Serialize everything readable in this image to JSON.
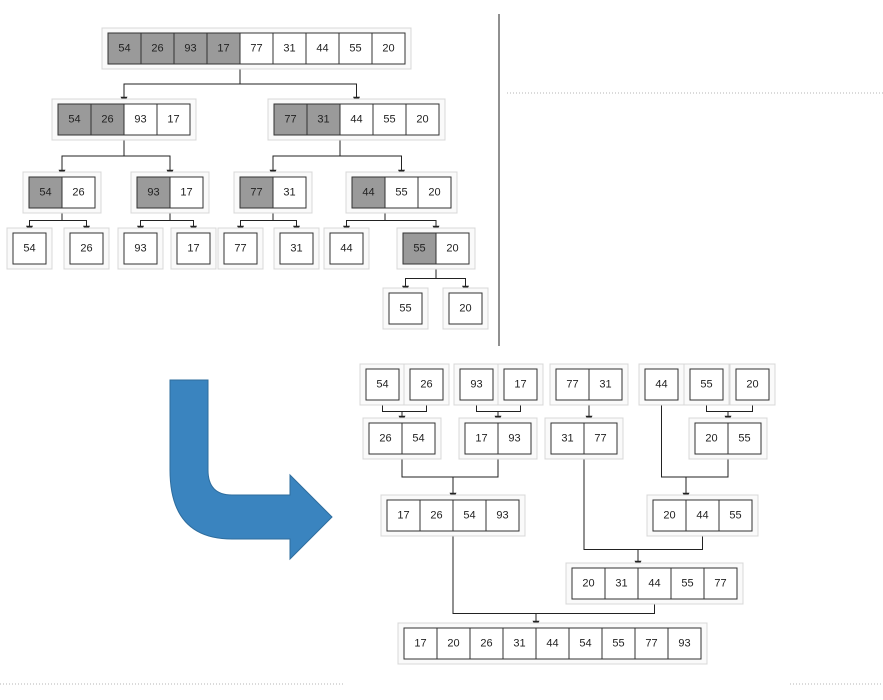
{
  "colors": {
    "arrow_fill": "#3a84bf",
    "arrow_stroke": "#2e6d9e",
    "cell_shaded": "#9a9a9a",
    "cell_plain": "#ffffff"
  },
  "split_tree": {
    "levels": [
      [
        [
          54,
          26,
          93,
          17,
          77,
          31,
          44,
          55,
          20
        ]
      ],
      [
        [
          54,
          26,
          93,
          17
        ],
        [
          77,
          31,
          44,
          55,
          20
        ]
      ],
      [
        [
          54,
          26
        ],
        [
          93,
          17
        ],
        [
          77,
          31
        ],
        [
          44,
          55,
          20
        ]
      ],
      [
        [
          54
        ],
        [
          26
        ],
        [
          93
        ],
        [
          17
        ],
        [
          77
        ],
        [
          31
        ],
        [
          44
        ],
        [
          55,
          20
        ]
      ],
      [
        [
          55
        ],
        [
          20
        ]
      ]
    ]
  },
  "merge_tree": {
    "levels": [
      [
        [
          54
        ],
        [
          26
        ],
        [
          93
        ],
        [
          17
        ],
        [
          77,
          31
        ],
        [
          44
        ],
        [
          55
        ],
        [
          20
        ]
      ],
      [
        [
          26,
          54
        ],
        [
          17,
          93
        ],
        [
          31,
          77
        ],
        [
          20,
          55
        ]
      ],
      [
        [
          17,
          26,
          54,
          93
        ],
        [
          20,
          44,
          55
        ]
      ],
      [
        [
          20,
          31,
          44,
          55,
          77
        ]
      ],
      [
        [
          17,
          20,
          26,
          31,
          44,
          54,
          55,
          77,
          93
        ]
      ]
    ]
  },
  "transition_arrow": {
    "icon": "curved-down-right-arrow-icon"
  },
  "footer": {
    "text": ""
  }
}
